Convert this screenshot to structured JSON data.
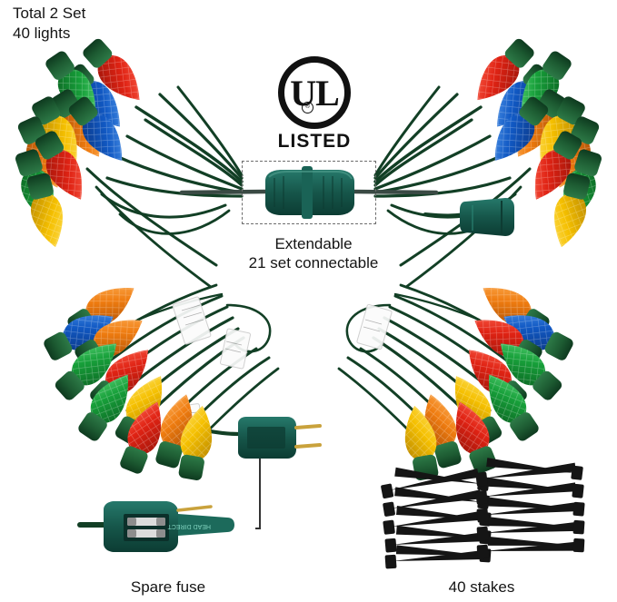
{
  "product": {
    "title_line1": "Total 2 Set",
    "title_line2": "40 lights",
    "background_color": "#ffffff"
  },
  "certification": {
    "mark": "UL",
    "letters": "UL",
    "registered_symbol": "®",
    "caption": "LISTED"
  },
  "callouts": [
    {
      "id": "connector",
      "line1": "Extendable",
      "line2": "21 set connectable",
      "highlight": "dashed-rectangle"
    },
    {
      "id": "fuse",
      "label": "Spare fuse",
      "highlight": "solid-rectangle"
    },
    {
      "id": "stakes",
      "label": "40 stakes",
      "count": 40
    }
  ],
  "colors": {
    "bulb_red": "#e02314",
    "bulb_blue": "#1159c4",
    "bulb_green": "#17a03a",
    "bulb_orange": "#ef7c10",
    "bulb_yellow": "#f5c000",
    "socket_green": "#1d5b32",
    "wire_green": "#123f25",
    "plug_green": "#16564a",
    "stake_black": "#151515",
    "prong_brass": "#c9a23c",
    "leader_line": "#333333",
    "dashed_border": "#6d6d6d"
  },
  "parts": {
    "plug_label": "power-plug",
    "connector_label": "extension-connector",
    "socket_end_label": "female-socket-end",
    "tag_label": "product-tag"
  }
}
